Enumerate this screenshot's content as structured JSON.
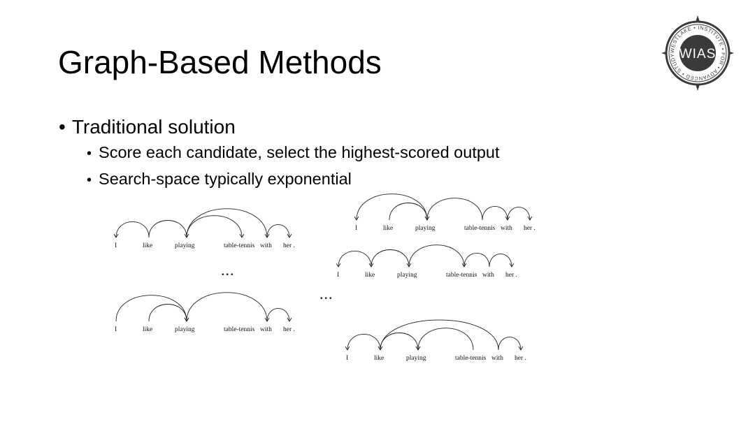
{
  "slide": {
    "title": "Graph-Based Methods",
    "bullets": [
      {
        "text": "Traditional solution",
        "level": 1
      },
      {
        "text": "Score each candidate, select the highest-scored output",
        "level": 2
      },
      {
        "text": "Search-space typically exponential",
        "level": 2
      }
    ]
  },
  "logo": {
    "center_text": "WIAS",
    "ring_text": "WESTLAKE • INSTITUTE • FOR • ADVANCED • STUDY •"
  },
  "trees": [
    {
      "words": [
        "I",
        "like",
        "playing",
        "table-tennis",
        "with",
        "her ."
      ],
      "arcs": [
        [
          1,
          0
        ],
        [
          1,
          2
        ],
        [
          2,
          4
        ],
        [
          2,
          3
        ],
        [
          4,
          5
        ]
      ]
    },
    {
      "words": [
        "I",
        "like",
        "playing",
        "table-tennis",
        "with",
        "her ."
      ],
      "arcs": [
        [
          0,
          2
        ],
        [
          1,
          2
        ],
        [
          2,
          4
        ],
        [
          4,
          5
        ]
      ]
    },
    {
      "words": [
        "I",
        "like",
        "playing",
        "table-tennis",
        "with",
        "her ."
      ],
      "arcs": [
        [
          2,
          0
        ],
        [
          1,
          2
        ],
        [
          3,
          2
        ],
        [
          3,
          4
        ],
        [
          4,
          5
        ]
      ]
    },
    {
      "words": [
        "I",
        "like",
        "playing",
        "table-tennis",
        "with",
        "her ."
      ],
      "arcs": [
        [
          1,
          0
        ],
        [
          2,
          1
        ],
        [
          3,
          2
        ],
        [
          4,
          3
        ],
        [
          4,
          5
        ]
      ]
    },
    {
      "words": [
        "I",
        "like",
        "playing",
        "table-tennis",
        "with",
        "her ."
      ],
      "arcs": [
        [
          1,
          0
        ],
        [
          1,
          2
        ],
        [
          3,
          2
        ],
        [
          4,
          1
        ],
        [
          4,
          5
        ]
      ]
    }
  ],
  "ellipses": [
    "...",
    "..."
  ],
  "colors": {
    "text": "#000000",
    "background": "#ffffff",
    "logo_dark": "#3a3a3a"
  }
}
